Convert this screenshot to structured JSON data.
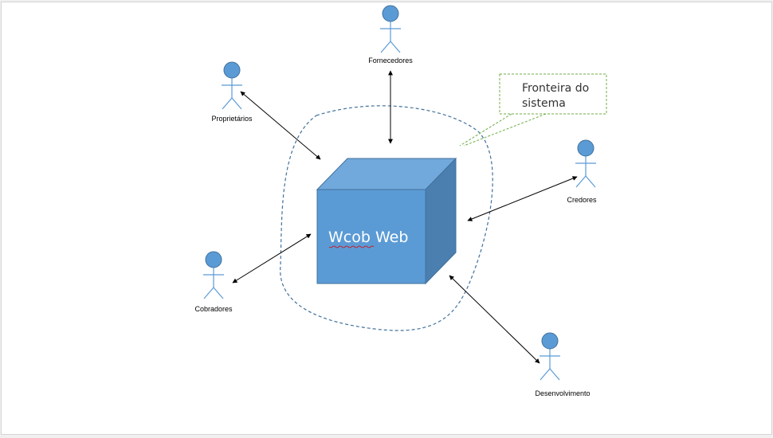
{
  "diagram": {
    "core": {
      "label": "Wcob Web"
    },
    "boundary": {
      "label_line1": "Fronteira do",
      "label_line2": "sistema"
    },
    "actors": [
      {
        "id": "fornecedores",
        "label": "Fornecedores"
      },
      {
        "id": "proprietarios",
        "label": "Proprietários"
      },
      {
        "id": "credores",
        "label": "Credores"
      },
      {
        "id": "cobradores",
        "label": "Cobradores"
      },
      {
        "id": "desenvolvimento",
        "label": "Desenvolvimento"
      }
    ],
    "colors": {
      "actor_fill": "#5b9bd5",
      "actor_stroke": "#41719c",
      "cube_front": "#5b9bd5",
      "cube_top": "#72a9dc",
      "cube_side": "#4a7fb0",
      "boundary_stroke": "#41719c",
      "callout_stroke": "#70ad47",
      "arrow": "#000000"
    }
  }
}
